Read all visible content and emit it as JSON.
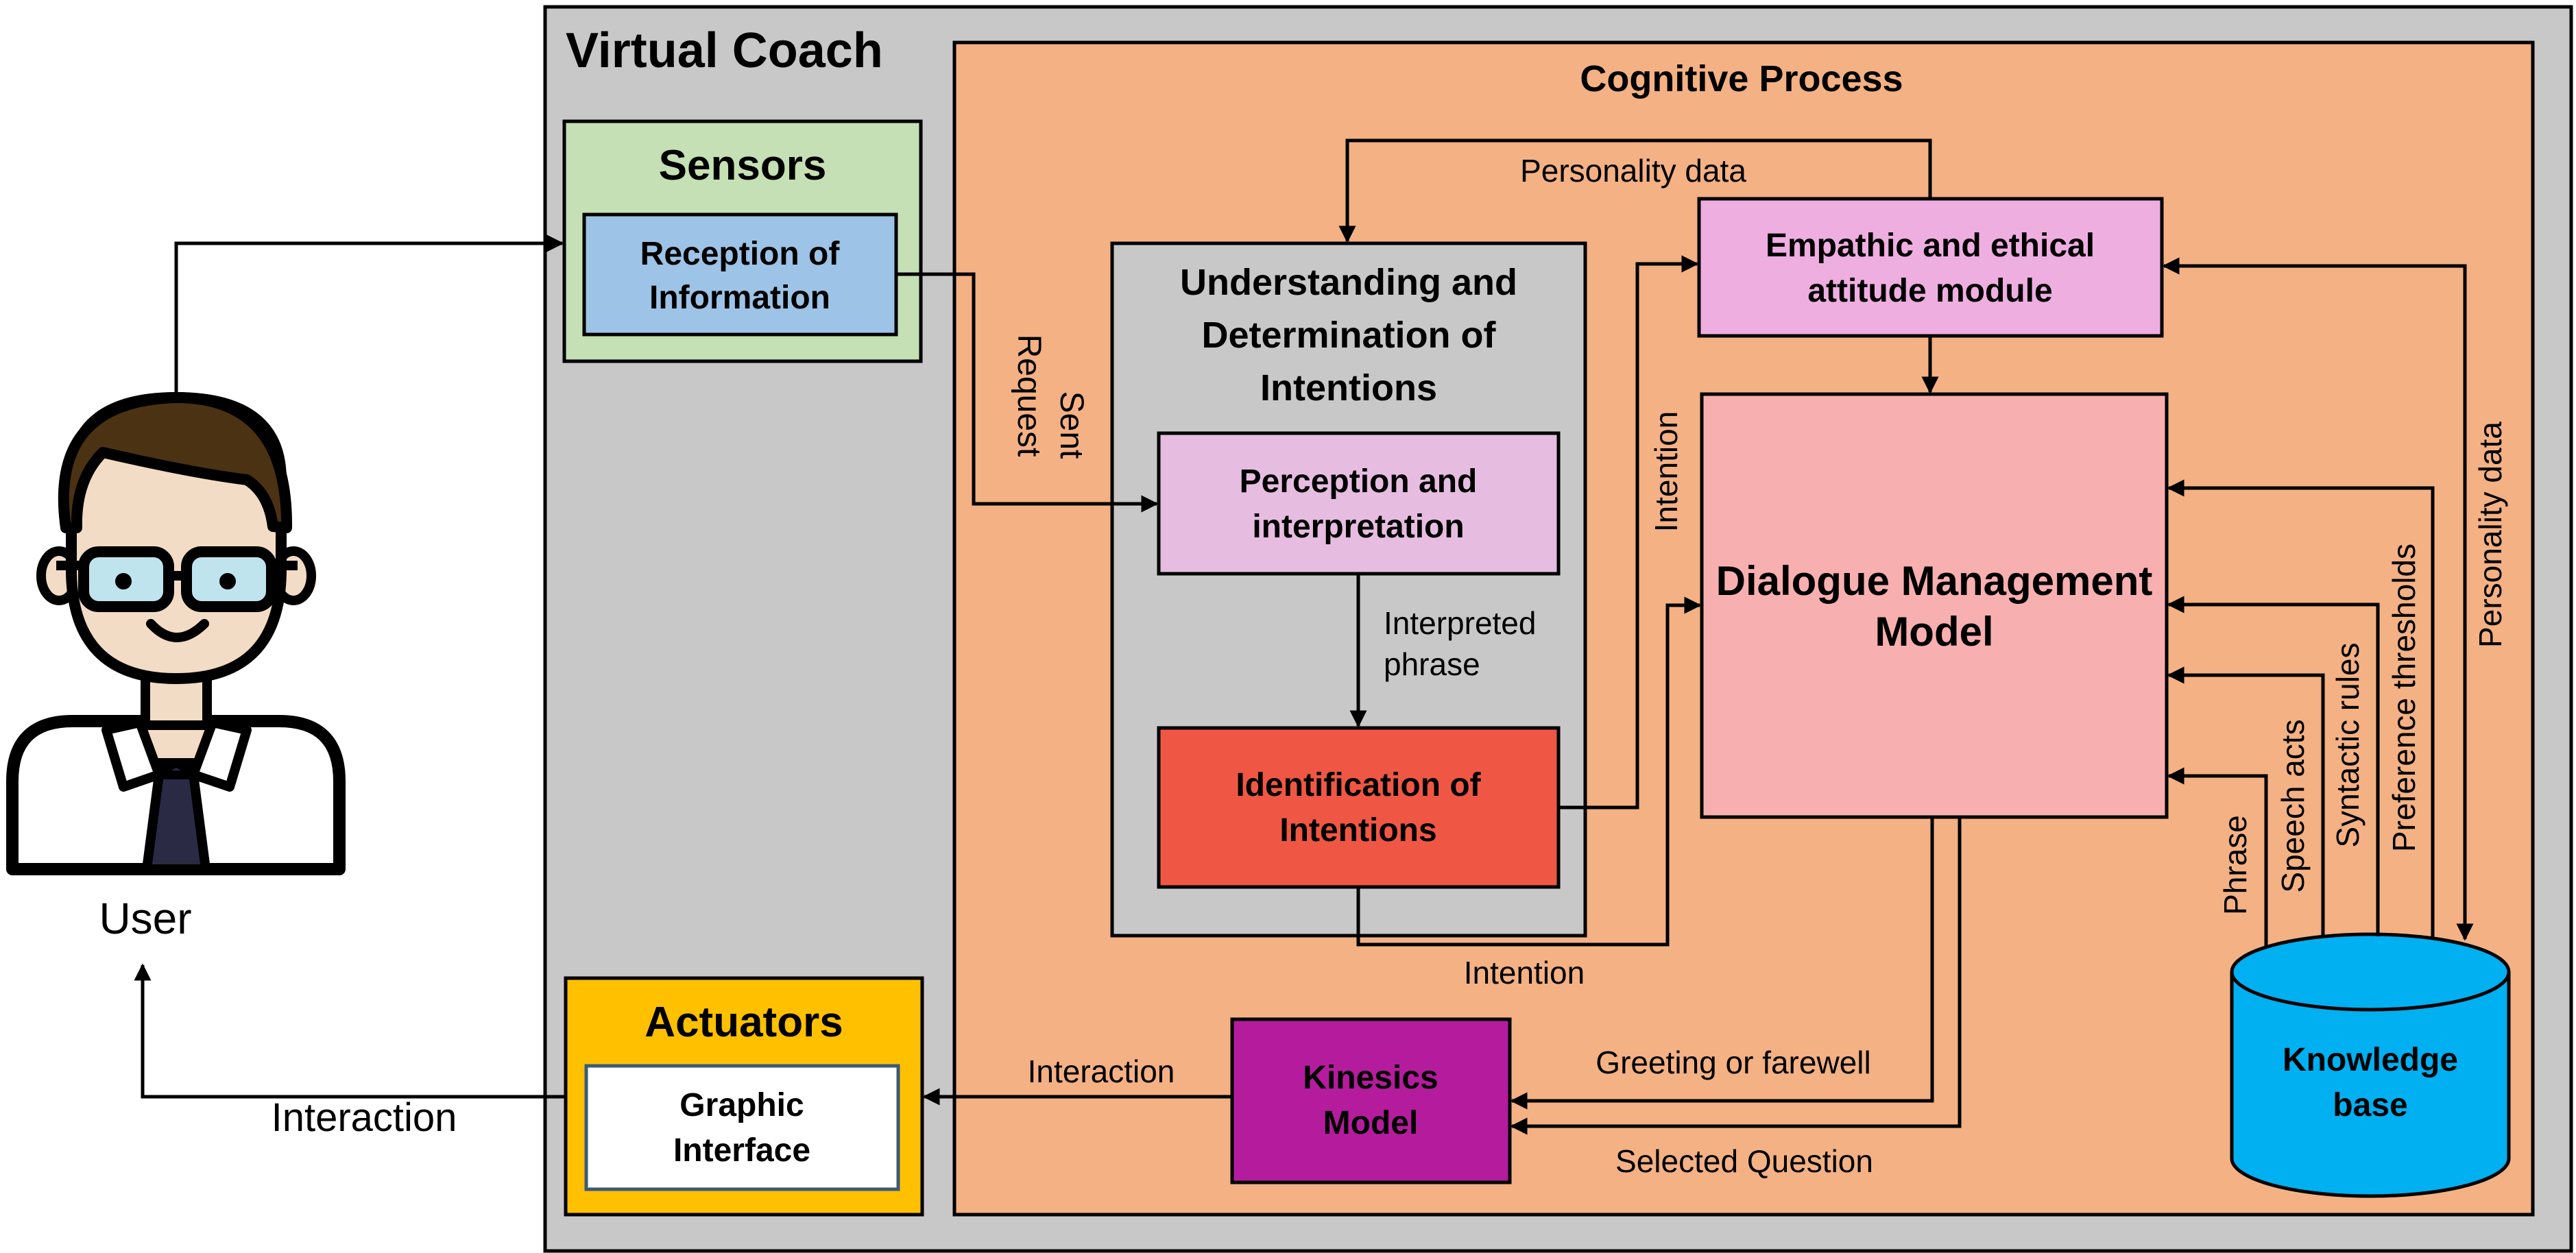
{
  "colors": {
    "outer_bg": "#c8c8c8",
    "cognitive_bg": "#f3b184",
    "sensors_bg": "#c5e0b4",
    "reception_bg": "#9dc3e6",
    "understanding_bg": "#c8c8c8",
    "perception_bg": "#e6bde0",
    "identification_bg": "#ef5744",
    "empathic_bg": "#eeaee0",
    "dialogue_bg": "#f8afb0",
    "actuators_bg": "#ffc000",
    "graphic_bg": "#ffffff",
    "kinesics_bg": "#b41c9d",
    "knowledge_bg": "#00b0f0"
  },
  "user": {
    "label": "User"
  },
  "virtual_coach": {
    "title": "Virtual Coach"
  },
  "cognitive_process": {
    "title": "Cognitive Process"
  },
  "sensors": {
    "title": "Sensors",
    "reception_line1": "Reception of",
    "reception_line2": "Information"
  },
  "understanding": {
    "title_line1": "Understanding and",
    "title_line2": "Determination of",
    "title_line3": "Intentions",
    "perception_line1": "Perception and",
    "perception_line2": "interpretation",
    "identification_line1": "Identification of",
    "identification_line2": "Intentions"
  },
  "empathic": {
    "line1": "Empathic and ethical",
    "line2": "attitude module"
  },
  "dialogue": {
    "line1": "Dialogue Management",
    "line2": "Model"
  },
  "actuators": {
    "title": "Actuators",
    "graphic_line1": "Graphic",
    "graphic_line2": "Interface"
  },
  "kinesics": {
    "line1": "Kinesics",
    "line2": "Model"
  },
  "knowledge": {
    "line1": "Knowledge",
    "line2": "base"
  },
  "edge_labels": {
    "request": "Request",
    "sent": "Sent",
    "personality_data_top": "Personality data",
    "interpreted": "Interpreted",
    "phrase_word": "phrase",
    "intention_vertical": "Intention",
    "intention_bottom": "Intention",
    "phrase": "Phrase",
    "speech_acts": "Speech acts",
    "syntactic_rules": "Syntactic rules",
    "preference_thresholds": "Preference thresholds",
    "personality_data_right": "Personality data",
    "greeting": "Greeting or farewell",
    "selected_question": "Selected Question",
    "interaction_inner": "Interaction",
    "interaction_outer": "Interaction"
  }
}
